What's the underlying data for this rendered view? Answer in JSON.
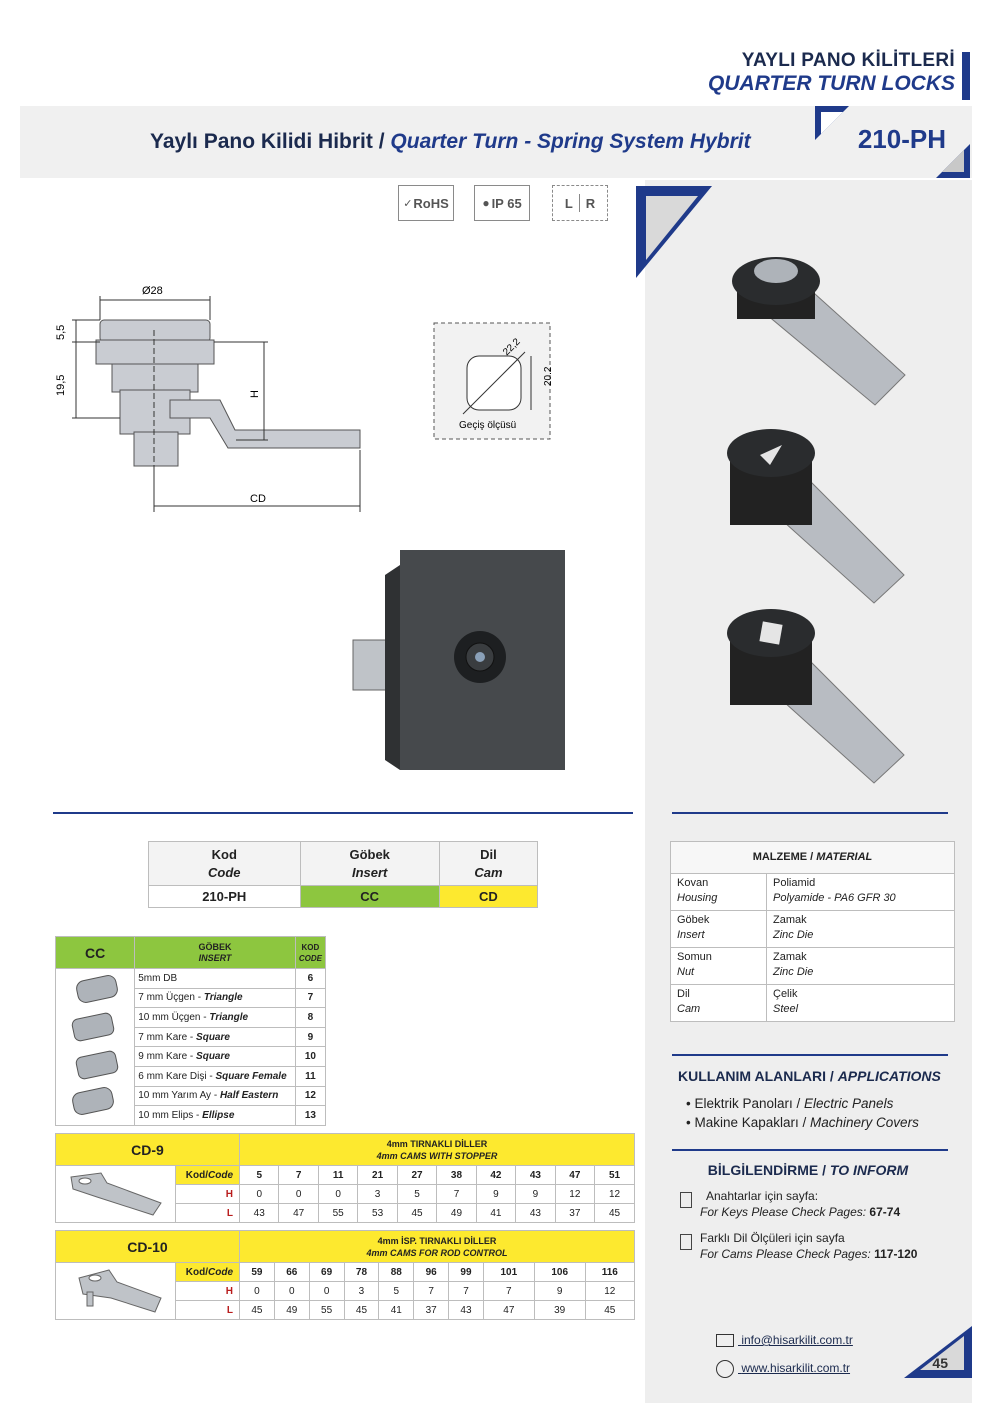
{
  "header": {
    "title_tr": "YAYLI PANO KİLİTLERİ",
    "title_en": "QUARTER TURN LOCKS"
  },
  "banner": {
    "title_tr": "Yaylı Pano Kilidi Hibrit /",
    "title_en": "Quarter Turn - Spring System Hybrit",
    "code": "210-PH"
  },
  "badges": {
    "rohs": "RoHS",
    "ip": "IP 65",
    "l": "L",
    "r": "R"
  },
  "drawing": {
    "d28": "Ø28",
    "h55": "5,5",
    "h195": "19,5",
    "h": "H",
    "cd": "CD",
    "d222": "22,2",
    "d202": "20,2",
    "gecis": "Geçiş ölçüsü"
  },
  "kod_table": {
    "headers": [
      {
        "tr": "Kod",
        "en": "Code"
      },
      {
        "tr": "Göbek",
        "en": "Insert"
      },
      {
        "tr": "Dil",
        "en": "Cam"
      }
    ],
    "row": [
      "210-PH",
      "CC",
      "CD"
    ]
  },
  "cc_table": {
    "name": "CC",
    "h1_tr": "GÖBEK",
    "h1_en": "INSERT",
    "h2_tr": "KOD",
    "h2_en": "CODE",
    "rows": [
      {
        "tr": "5mm DB",
        "en": "",
        "code": "6"
      },
      {
        "tr": "7 mm Üçgen - ",
        "en": "Triangle",
        "code": "7"
      },
      {
        "tr": "10 mm Üçgen - ",
        "en": "Triangle",
        "code": "8"
      },
      {
        "tr": "7 mm Kare - ",
        "en": "Square",
        "code": "9"
      },
      {
        "tr": "9 mm Kare - ",
        "en": "Square",
        "code": "10"
      },
      {
        "tr": "6 mm Kare Dişi - ",
        "en": "Square Female",
        "code": "11"
      },
      {
        "tr": "10 mm Yarım Ay  - ",
        "en": "Half Eastern",
        "code": "12"
      },
      {
        "tr": "10 mm Elips - ",
        "en": "Ellipse",
        "code": "13"
      }
    ]
  },
  "cd9": {
    "name": "CD-9",
    "sub_tr": "4mm TIRNAKLI DİLLER",
    "sub_en": "4mm CAMS WITH STOPPER",
    "kod_label": "Kod/",
    "kod_label_en": "Code",
    "codes": [
      "5",
      "7",
      "11",
      "21",
      "27",
      "38",
      "42",
      "43",
      "47",
      "51"
    ],
    "h": [
      "0",
      "0",
      "0",
      "3",
      "5",
      "7",
      "9",
      "9",
      "12",
      "12"
    ],
    "l": [
      "43",
      "47",
      "55",
      "53",
      "45",
      "49",
      "41",
      "43",
      "37",
      "45"
    ]
  },
  "cd10": {
    "name": "CD-10",
    "sub_tr": "4mm İSP. TIRNAKLI DİLLER",
    "sub_en": "4mm CAMS FOR ROD CONTROL",
    "kod_label": "Kod/",
    "kod_label_en": "Code",
    "codes": [
      "59",
      "66",
      "69",
      "78",
      "88",
      "96",
      "99",
      "101",
      "106",
      "116"
    ],
    "h": [
      "0",
      "0",
      "0",
      "3",
      "5",
      "7",
      "7",
      "7",
      "9",
      "12"
    ],
    "l": [
      "45",
      "49",
      "55",
      "45",
      "41",
      "37",
      "43",
      "47",
      "39",
      "45"
    ]
  },
  "hl": {
    "h": "H",
    "l": "L"
  },
  "material": {
    "title_tr": "MALZEME / ",
    "title_en": "MATERIAL",
    "rows": [
      {
        "k_tr": "Kovan",
        "k_en": "Housing",
        "v_tr": "Poliamid",
        "v_en": "Polyamide - PA6 GFR 30"
      },
      {
        "k_tr": "Göbek",
        "k_en": "Insert",
        "v_tr": "Zamak",
        "v_en": "Zinc Die"
      },
      {
        "k_tr": "Somun",
        "k_en": "Nut",
        "v_tr": "Zamak",
        "v_en": "Zinc Die"
      },
      {
        "k_tr": "Dil",
        "k_en": "Cam",
        "v_tr": "Çelik",
        "v_en": "Steel"
      }
    ]
  },
  "applications": {
    "title_tr": "KULLANIM ALANLARI / ",
    "title_en": "APPLICATIONS",
    "items": [
      {
        "tr": "• Elektrik Panoları / ",
        "en": "Electric Panels"
      },
      {
        "tr": "• Makine Kapakları / ",
        "en": "Machinery Covers"
      }
    ]
  },
  "inform": {
    "title_tr": "BİLGİLENDİRME / ",
    "title_en": "TO INFORM",
    "r1_tr": "Anahtarlar için sayfa:",
    "r1_en": "For Keys Please Check Pages: ",
    "r1_p": "67-74",
    "r2_tr": "Farklı Dil Ölçüleri için sayfa",
    "r2_en": "For Cams Please Check Pages: ",
    "r2_p": "117-120"
  },
  "contact": {
    "email": "info@hisarkilit.com.tr",
    "web": "www.hisarkilit.com.tr"
  },
  "page_number": "45",
  "colors": {
    "navy": "#1f3a8a",
    "green": "#8dc63f",
    "yellow": "#fde92f"
  }
}
